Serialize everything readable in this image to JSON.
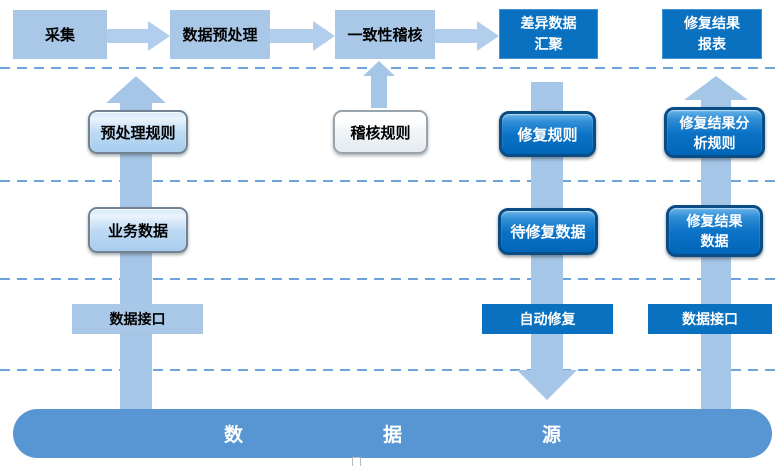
{
  "palette": {
    "light_blue_box": "#a9c8e8",
    "dark_blue_box": "#0a70c0",
    "arrow_blue": "#aecbe9",
    "glossy_dark_blue": "#0b72c6",
    "datasource_bar_blue": "#5896d3",
    "divider_blue": "#6fa4da"
  },
  "flow": {
    "collect": "采集",
    "preprocess": "数据预处理",
    "audit": "一致性稽核",
    "diff_agg": "差异数据\n汇聚",
    "report": "修复结果\n报表",
    "preprocess_rule": "预处理规则",
    "audit_rule": "稽核规则",
    "repair_rule": "修复规则",
    "repair_analysis_rule": "修复结果分\n析规则",
    "business_data": "业务数据",
    "pending_repair": "待修复数据",
    "repair_result_data": "修复结果\n数据",
    "data_interface_left": "数据接口",
    "auto_repair": "自动修复",
    "data_interface_right": "数据接口",
    "datasource": "数据源"
  }
}
